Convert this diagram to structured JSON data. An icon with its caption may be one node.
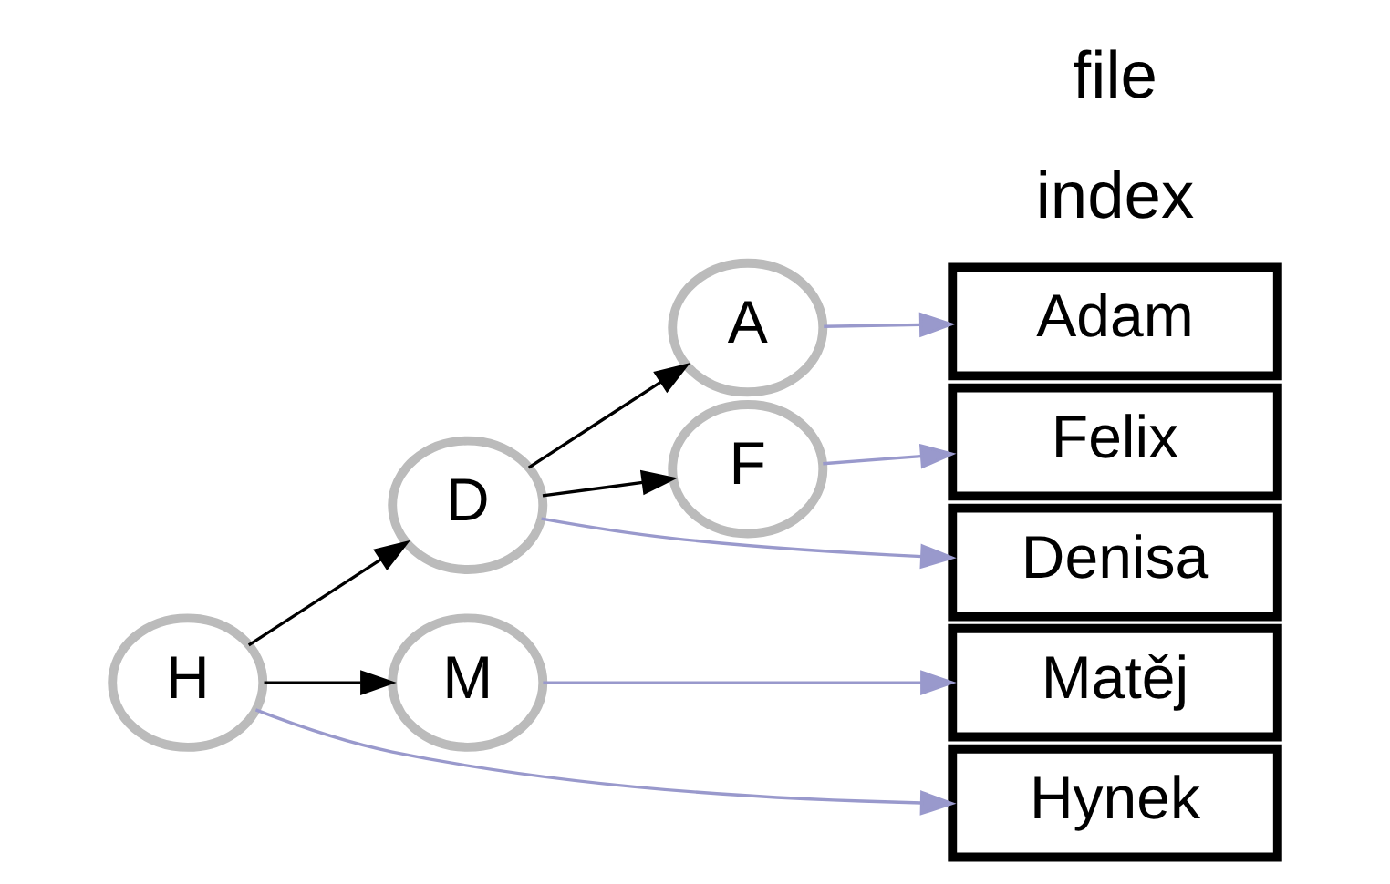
{
  "diagram": {
    "nodes": [
      {
        "text": [
          "H"
        ]
      },
      {
        "text": [
          "D"
        ]
      },
      {
        "text": [
          "M"
        ]
      },
      {
        "text": [
          "A"
        ]
      },
      {
        "text": [
          "F"
        ]
      },
      {
        "text": [
          "Adam"
        ]
      },
      {
        "text": [
          "Matěj"
        ]
      },
      {
        "text": [
          "Denisa"
        ]
      },
      {
        "text": [
          "Hynek"
        ]
      },
      {
        "text": [
          "Felix"
        ]
      }
    ],
    "edges": [
      {
        "from": 0,
        "to": 1,
        "arrow": "to",
        "color": "#000000"
      },
      {
        "from": 0,
        "to": 2,
        "arrow": "to",
        "color": "#000000"
      },
      {
        "from": 1,
        "to": 3,
        "arrow": "to",
        "color": "#000000"
      },
      {
        "from": 1,
        "to": 4,
        "arrow": "to",
        "color": "#000000"
      },
      {
        "from": 3,
        "to": 5,
        "arrow": "to"
      },
      {
        "from": 2,
        "to": 6,
        "arrow": "to"
      },
      {
        "from": 1,
        "to": 7,
        "arrow": "to"
      },
      {
        "from": 0,
        "to": 8,
        "arrow": "to"
      },
      {
        "from": 4,
        "to": 9,
        "arrow": "to"
      }
    ],
    "labels": [
      "index",
      "file"
    ]
  }
}
